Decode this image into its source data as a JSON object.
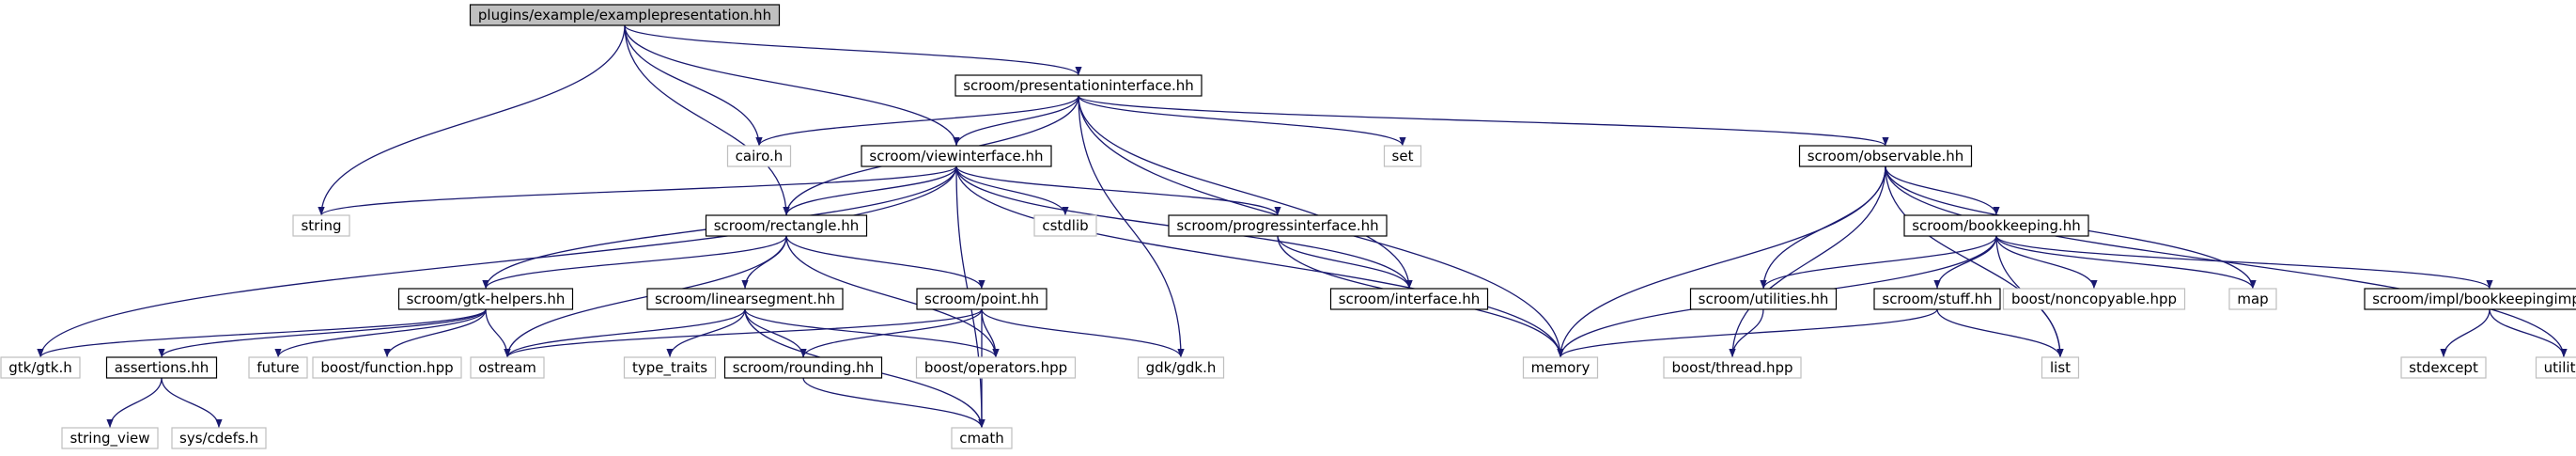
{
  "graph": {
    "nodes": [
      {
        "id": "examplepresentation",
        "label": "plugins/example/examplepresentation.hh",
        "kind": "root"
      },
      {
        "id": "presentationinterface",
        "label": "scroom/presentationinterface.hh",
        "kind": "file"
      },
      {
        "id": "cairo",
        "label": "cairo.h",
        "kind": "external"
      },
      {
        "id": "viewinterface",
        "label": "scroom/viewinterface.hh",
        "kind": "file"
      },
      {
        "id": "set",
        "label": "set",
        "kind": "external"
      },
      {
        "id": "observable",
        "label": "scroom/observable.hh",
        "kind": "file"
      },
      {
        "id": "string",
        "label": "string",
        "kind": "external"
      },
      {
        "id": "rectangle",
        "label": "scroom/rectangle.hh",
        "kind": "file"
      },
      {
        "id": "cstdlib",
        "label": "cstdlib",
        "kind": "external"
      },
      {
        "id": "progressinterface",
        "label": "scroom/progressinterface.hh",
        "kind": "file"
      },
      {
        "id": "bookkeeping",
        "label": "scroom/bookkeeping.hh",
        "kind": "file"
      },
      {
        "id": "gtkhelpers",
        "label": "scroom/gtk-helpers.hh",
        "kind": "file"
      },
      {
        "id": "linearsegment",
        "label": "scroom/linearsegment.hh",
        "kind": "file"
      },
      {
        "id": "point",
        "label": "scroom/point.hh",
        "kind": "file"
      },
      {
        "id": "interface",
        "label": "scroom/interface.hh",
        "kind": "file"
      },
      {
        "id": "utilities",
        "label": "scroom/utilities.hh",
        "kind": "file"
      },
      {
        "id": "stuff",
        "label": "scroom/stuff.hh",
        "kind": "file"
      },
      {
        "id": "noncopyable",
        "label": "boost/noncopyable.hpp",
        "kind": "external"
      },
      {
        "id": "map",
        "label": "map",
        "kind": "external"
      },
      {
        "id": "bookkeepingimpl",
        "label": "scroom/impl/bookkeepingimpl.hh",
        "kind": "file"
      },
      {
        "id": "gtk",
        "label": "gtk/gtk.h",
        "kind": "external"
      },
      {
        "id": "assertions",
        "label": "assertions.hh",
        "kind": "file"
      },
      {
        "id": "future",
        "label": "future",
        "kind": "external"
      },
      {
        "id": "function",
        "label": "boost/function.hpp",
        "kind": "external"
      },
      {
        "id": "ostream",
        "label": "ostream",
        "kind": "external"
      },
      {
        "id": "type_traits",
        "label": "type_traits",
        "kind": "external"
      },
      {
        "id": "rounding",
        "label": "scroom/rounding.hh",
        "kind": "file"
      },
      {
        "id": "operators",
        "label": "boost/operators.hpp",
        "kind": "external"
      },
      {
        "id": "gdk",
        "label": "gdk/gdk.h",
        "kind": "external"
      },
      {
        "id": "memory",
        "label": "memory",
        "kind": "external"
      },
      {
        "id": "thread",
        "label": "boost/thread.hpp",
        "kind": "external"
      },
      {
        "id": "list",
        "label": "list",
        "kind": "external"
      },
      {
        "id": "stdexcept",
        "label": "stdexcept",
        "kind": "external"
      },
      {
        "id": "utility",
        "label": "utility",
        "kind": "external"
      },
      {
        "id": "string_view",
        "label": "string_view",
        "kind": "external"
      },
      {
        "id": "sys_cdefs",
        "label": "sys/cdefs.h",
        "kind": "external"
      },
      {
        "id": "cmath",
        "label": "cmath",
        "kind": "external"
      }
    ],
    "edges": [
      [
        "examplepresentation",
        "presentationinterface"
      ],
      [
        "examplepresentation",
        "cairo"
      ],
      [
        "examplepresentation",
        "viewinterface"
      ],
      [
        "examplepresentation",
        "string"
      ],
      [
        "examplepresentation",
        "rectangle"
      ],
      [
        "presentationinterface",
        "cairo"
      ],
      [
        "presentationinterface",
        "viewinterface"
      ],
      [
        "presentationinterface",
        "rectangle"
      ],
      [
        "presentationinterface",
        "set"
      ],
      [
        "presentationinterface",
        "observable"
      ],
      [
        "presentationinterface",
        "memory"
      ],
      [
        "presentationinterface",
        "interface"
      ],
      [
        "presentationinterface",
        "gdk"
      ],
      [
        "viewinterface",
        "string"
      ],
      [
        "viewinterface",
        "rectangle"
      ],
      [
        "viewinterface",
        "cstdlib"
      ],
      [
        "viewinterface",
        "progressinterface"
      ],
      [
        "viewinterface",
        "interface"
      ],
      [
        "viewinterface",
        "gtkhelpers"
      ],
      [
        "viewinterface",
        "gtk"
      ],
      [
        "viewinterface",
        "memory"
      ],
      [
        "viewinterface",
        "cmath"
      ],
      [
        "rectangle",
        "gtkhelpers"
      ],
      [
        "rectangle",
        "linearsegment"
      ],
      [
        "rectangle",
        "point"
      ],
      [
        "rectangle",
        "ostream"
      ],
      [
        "rectangle",
        "operators"
      ],
      [
        "progressinterface",
        "interface"
      ],
      [
        "progressinterface",
        "memory"
      ],
      [
        "observable",
        "bookkeeping"
      ],
      [
        "observable",
        "utilities"
      ],
      [
        "observable",
        "memory"
      ],
      [
        "observable",
        "thread"
      ],
      [
        "observable",
        "map"
      ],
      [
        "observable",
        "list"
      ],
      [
        "observable",
        "utility"
      ],
      [
        "bookkeeping",
        "utilities"
      ],
      [
        "bookkeeping",
        "stuff"
      ],
      [
        "bookkeeping",
        "noncopyable"
      ],
      [
        "bookkeeping",
        "map"
      ],
      [
        "bookkeeping",
        "bookkeepingimpl"
      ],
      [
        "bookkeeping",
        "memory"
      ],
      [
        "bookkeeping",
        "list"
      ],
      [
        "gtkhelpers",
        "gtk"
      ],
      [
        "gtkhelpers",
        "assertions"
      ],
      [
        "gtkhelpers",
        "future"
      ],
      [
        "gtkhelpers",
        "function"
      ],
      [
        "gtkhelpers",
        "ostream"
      ],
      [
        "linearsegment",
        "ostream"
      ],
      [
        "linearsegment",
        "type_traits"
      ],
      [
        "linearsegment",
        "rounding"
      ],
      [
        "linearsegment",
        "operators"
      ],
      [
        "linearsegment",
        "cmath"
      ],
      [
        "point",
        "ostream"
      ],
      [
        "point",
        "rounding"
      ],
      [
        "point",
        "operators"
      ],
      [
        "point",
        "gdk"
      ],
      [
        "point",
        "cmath"
      ],
      [
        "utilities",
        "thread"
      ],
      [
        "stuff",
        "memory"
      ],
      [
        "stuff",
        "list"
      ],
      [
        "bookkeepingimpl",
        "stdexcept"
      ],
      [
        "bookkeepingimpl",
        "utility"
      ],
      [
        "assertions",
        "string_view"
      ],
      [
        "assertions",
        "sys_cdefs"
      ],
      [
        "rounding",
        "cmath"
      ]
    ]
  },
  "colors": {
    "edge": "#191970",
    "root_fill": "#bfbfbf",
    "box_border": "#000000",
    "external_border": "#bfbfbf",
    "text": "#000000"
  }
}
